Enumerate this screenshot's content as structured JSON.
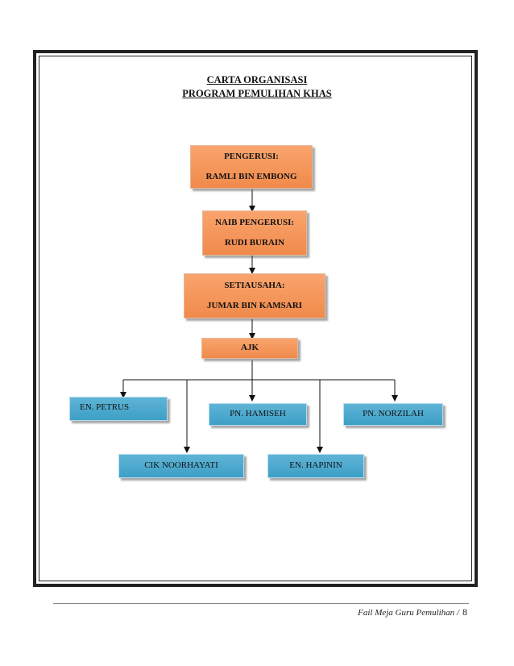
{
  "title": {
    "line1": "CARTA ORGANISASI",
    "line2": "PROGRAM PEMULIHAN KHAS"
  },
  "chart": {
    "pengerusi": {
      "role": "PENGERUSI:",
      "name": "RAMLI BIN EMBONG"
    },
    "naib": {
      "role": "NAIB PENGERUSI:",
      "name": "RUDI BURAIN"
    },
    "setiausaha": {
      "role": "SETIAUSAHA:",
      "name": "JUMAR BIN KAMSARI"
    },
    "ajk": "AJK",
    "members": [
      "EN. PETRUS",
      "PN. HAMISEH",
      "PN. NORZILAH",
      "CIK NOORHAYATI",
      "EN. HAPININ"
    ]
  },
  "colors": {
    "officer_box": "#f4975c",
    "member_box": "#4aa8cd"
  },
  "footer": {
    "text": "Fail Meja Guru Pemulihan",
    "separator": "/",
    "page": "8"
  }
}
